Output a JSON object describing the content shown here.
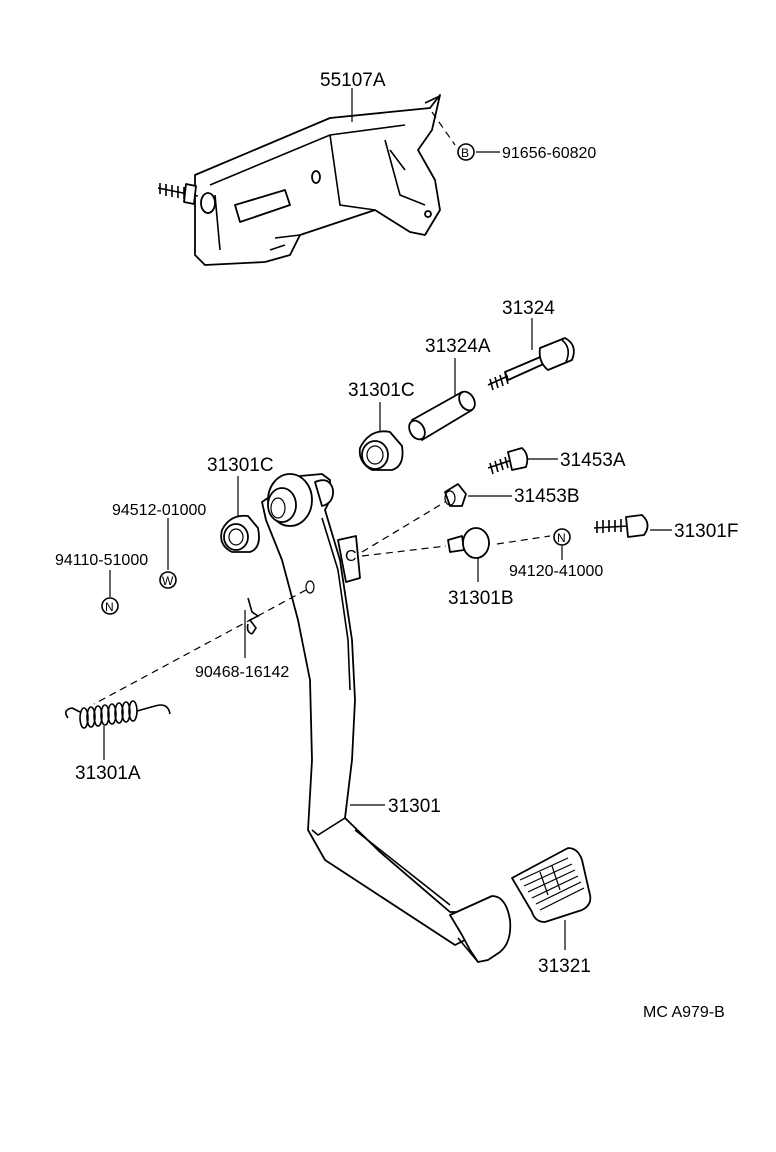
{
  "diagram": {
    "parts": {
      "bracket": "55107A",
      "bracket_nut": "91656-60820",
      "bolt": "31324",
      "collar": "31324A",
      "bushing_upper": "31301C",
      "bushing_lower": "31301C",
      "stopper_bolt": "31453A",
      "stopper_cushion": "31453B",
      "stop_light_bolt": "31301F",
      "stop_light_nut": "94120-41000",
      "cushion": "31301B",
      "washer": "94512-01000",
      "pedal_nut": "94110-51000",
      "clip": "90468-16142",
      "spring": "31301A",
      "pedal": "31301",
      "pad": "31321"
    },
    "symbols": {
      "bolt_symbol": "B",
      "nut_symbol": "N",
      "washer_symbol": "W",
      "clip_marker": "C"
    },
    "code": "MC A979-B"
  }
}
